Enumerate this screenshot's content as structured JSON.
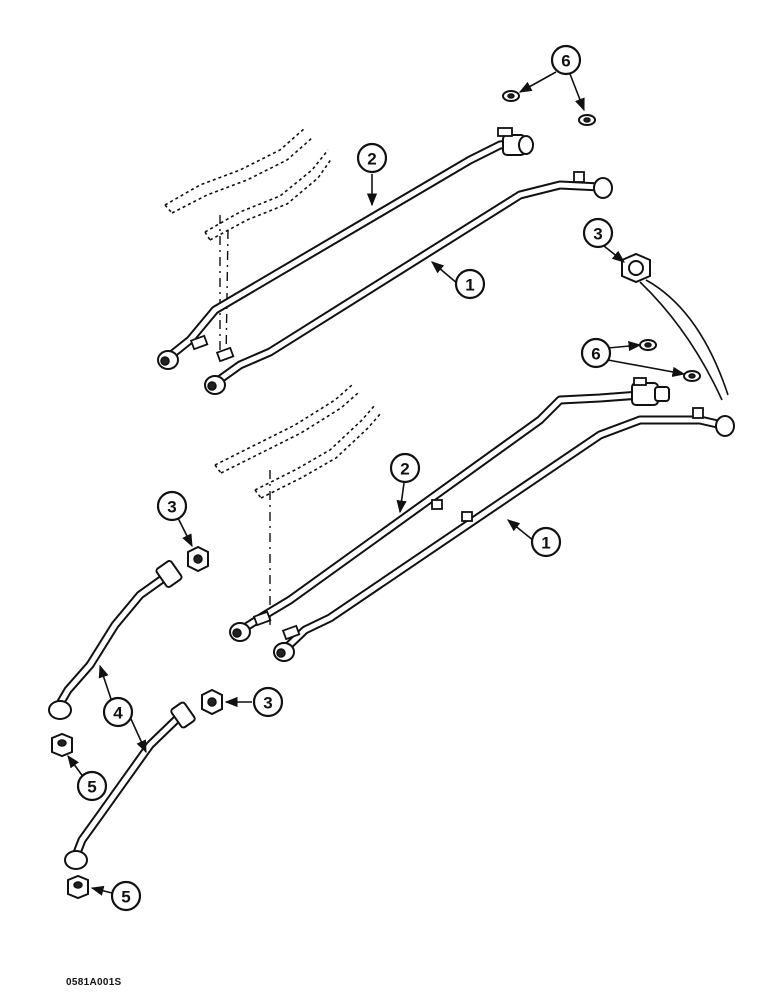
{
  "figure_code": "0581A001S",
  "callouts": [
    "1",
    "2",
    "3",
    "4",
    "5",
    "6"
  ]
}
